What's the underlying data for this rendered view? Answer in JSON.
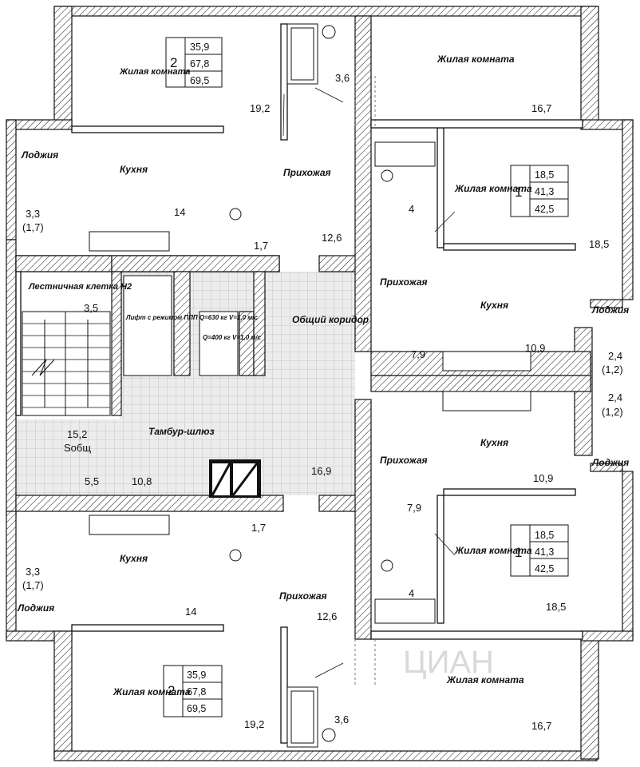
{
  "rooms": {
    "top_left_living": {
      "name": "Жилая комната",
      "rooms_count": "2",
      "areas": [
        "35,9",
        "67,8",
        "69,5"
      ],
      "area": "19,2"
    },
    "top_bath": {
      "area": "3,6"
    },
    "top_right_living": {
      "name": "Жилая комната",
      "area": "16,7"
    },
    "top_left_kitchen": {
      "name": "Кухня",
      "area": "14"
    },
    "top_left_loggia": {
      "name": "Лоджия",
      "area": "3,3",
      "area_sub": "(1,7)"
    },
    "top_left_hall": {
      "name": "Прихожая",
      "area": "12,6"
    },
    "top_left_wc": {
      "area": "1,7"
    },
    "right_upper_living": {
      "name": "Жилая комната",
      "rooms_count": "1",
      "areas": [
        "18,5",
        "41,3",
        "42,5"
      ],
      "area": "18,5"
    },
    "right_upper_bath": {
      "area": "4"
    },
    "right_upper_hall": {
      "name": "Прихожая",
      "area": "7,9"
    },
    "right_upper_kitchen": {
      "name": "Кухня",
      "area": "10,9"
    },
    "right_upper_loggia": {
      "name": "Лоджия",
      "area": "2,4",
      "area_sub": "(1,2)"
    },
    "right_lower_loggia": {
      "name": "Лоджия",
      "area": "2,4",
      "area_sub": "(1,2)"
    },
    "right_lower_kitchen": {
      "name": "Кухня",
      "area": "10,9"
    },
    "right_lower_hall": {
      "name": "Прихожая",
      "area": "7,9"
    },
    "right_lower_living": {
      "name": "Жилая комната",
      "rooms_count": "1",
      "areas": [
        "18,5",
        "41,3",
        "42,5"
      ],
      "area": "18,5"
    },
    "right_lower_bath": {
      "area": "4"
    },
    "stair": {
      "name": "Лестничная клетка Н2",
      "area": "3,5"
    },
    "lift_big": {
      "text": "Лифт с режимом ППП Q=630 кг V=1,0 м/с"
    },
    "lift_small": {
      "text": "Q=400 кг V=1,0 м/с"
    },
    "corridor": {
      "name": "Общий коридор",
      "area": "16,9"
    },
    "vestibule": {
      "name": "Тамбур-шлюз",
      "area": "10,8"
    },
    "safe_zone": {
      "area": "15,2",
      "label": "Sобщ",
      "area2": "5,5"
    },
    "bottom_left_kitchen": {
      "name": "Кухня",
      "area": "14"
    },
    "bottom_left_loggia": {
      "name": "Лоджия",
      "area": "3,3",
      "area_sub": "(1,7)"
    },
    "bottom_left_hall": {
      "name": "Прихожая",
      "area": "12,6"
    },
    "bottom_left_wc": {
      "area": "1,7"
    },
    "bottom_left_living": {
      "name": "Жилая комната",
      "rooms_count": "2",
      "areas": [
        "35,9",
        "67,8",
        "69,5"
      ],
      "area": "19,2"
    },
    "bottom_bath": {
      "area": "3,6"
    },
    "bottom_right_living": {
      "name": "Жилая комната",
      "area": "16,7"
    }
  },
  "colors": {
    "wall": "#111111",
    "tile": "#cfcfcf",
    "background": "#ffffff"
  },
  "watermark": "ЦИАН"
}
